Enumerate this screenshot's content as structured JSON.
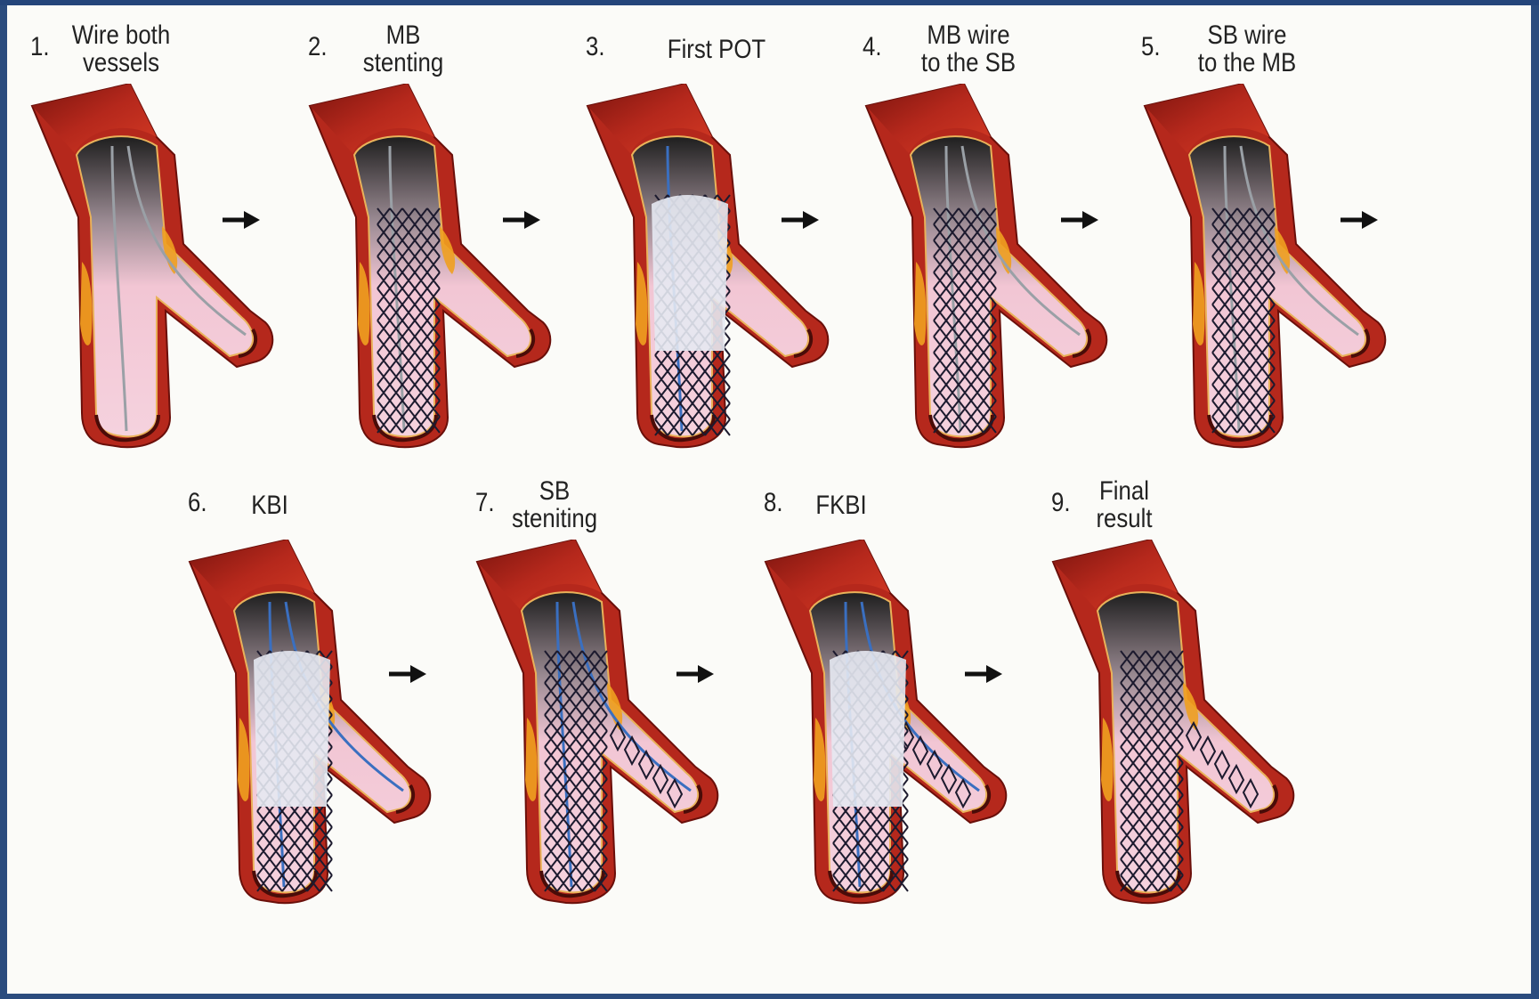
{
  "steps": [
    {
      "number": "1.",
      "label": "Wire both\nvessels"
    },
    {
      "number": "2.",
      "label": "MB\nstenting"
    },
    {
      "number": "3.",
      "label": "First POT"
    },
    {
      "number": "4.",
      "label": "MB wire\nto the SB"
    },
    {
      "number": "5.",
      "label": "SB wire\nto the MB"
    },
    {
      "number": "6.",
      "label": "KBI"
    },
    {
      "number": "7.",
      "label": "SB\nsteniting"
    },
    {
      "number": "8.",
      "label": "FKBI"
    },
    {
      "number": "9.",
      "label": "Final\nresult"
    }
  ],
  "colors": {
    "background": "#fbfbf8",
    "border": "#2b4c7e",
    "vessel_wall": "#b5281c",
    "lumen": "#f2c6d4",
    "plaque": "#f0a020",
    "wire": "#3a6fc0",
    "stent": "#1c1a2e"
  },
  "icons": [
    "arrow-right-icon"
  ]
}
